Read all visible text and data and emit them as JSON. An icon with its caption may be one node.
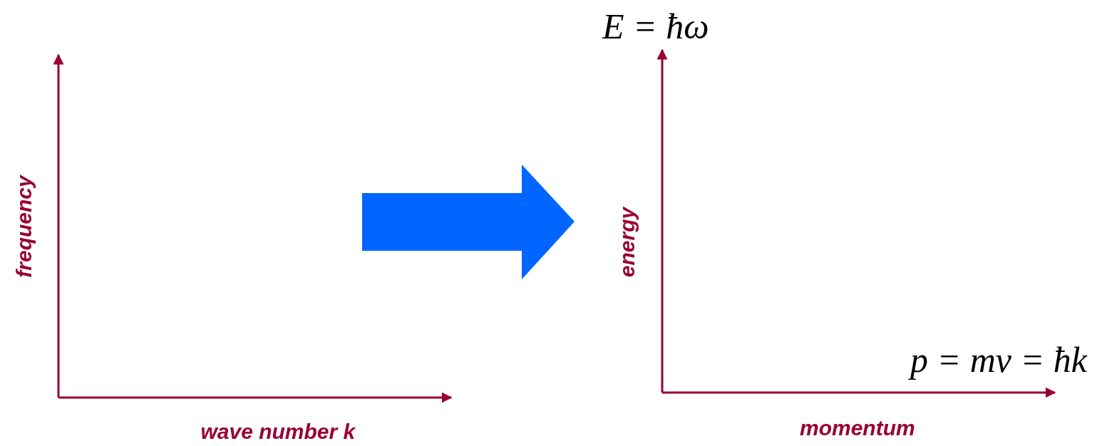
{
  "diagram": {
    "labels": [
      "E = ħω",
      "frequency",
      "energy",
      "p = mv = ħk",
      "wave number k",
      "momentum"
    ]
  }
}
